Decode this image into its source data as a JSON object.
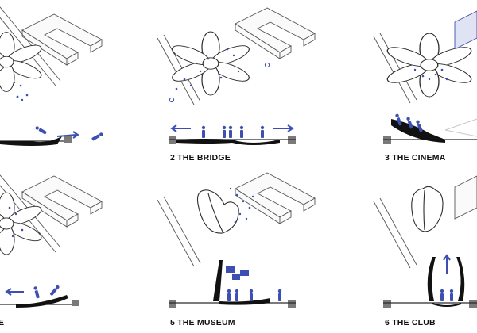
{
  "colors": {
    "accent": "#3d4fb0",
    "line": "#2b2b2b",
    "faint": "#b9b9b9",
    "ground": "#d6d6d6",
    "pier": "#7a7a7a"
  },
  "panels": [
    {
      "id": "panel-1",
      "caption": ""
    },
    {
      "id": "panel-2",
      "caption": "2 THE BRIDGE"
    },
    {
      "id": "panel-3",
      "caption": "3 THE CINEMA"
    },
    {
      "id": "panel-4",
      "caption": "E"
    },
    {
      "id": "panel-5",
      "caption": "5 THE MUSEUM"
    },
    {
      "id": "panel-6",
      "caption": "6 THE CLUB"
    }
  ]
}
